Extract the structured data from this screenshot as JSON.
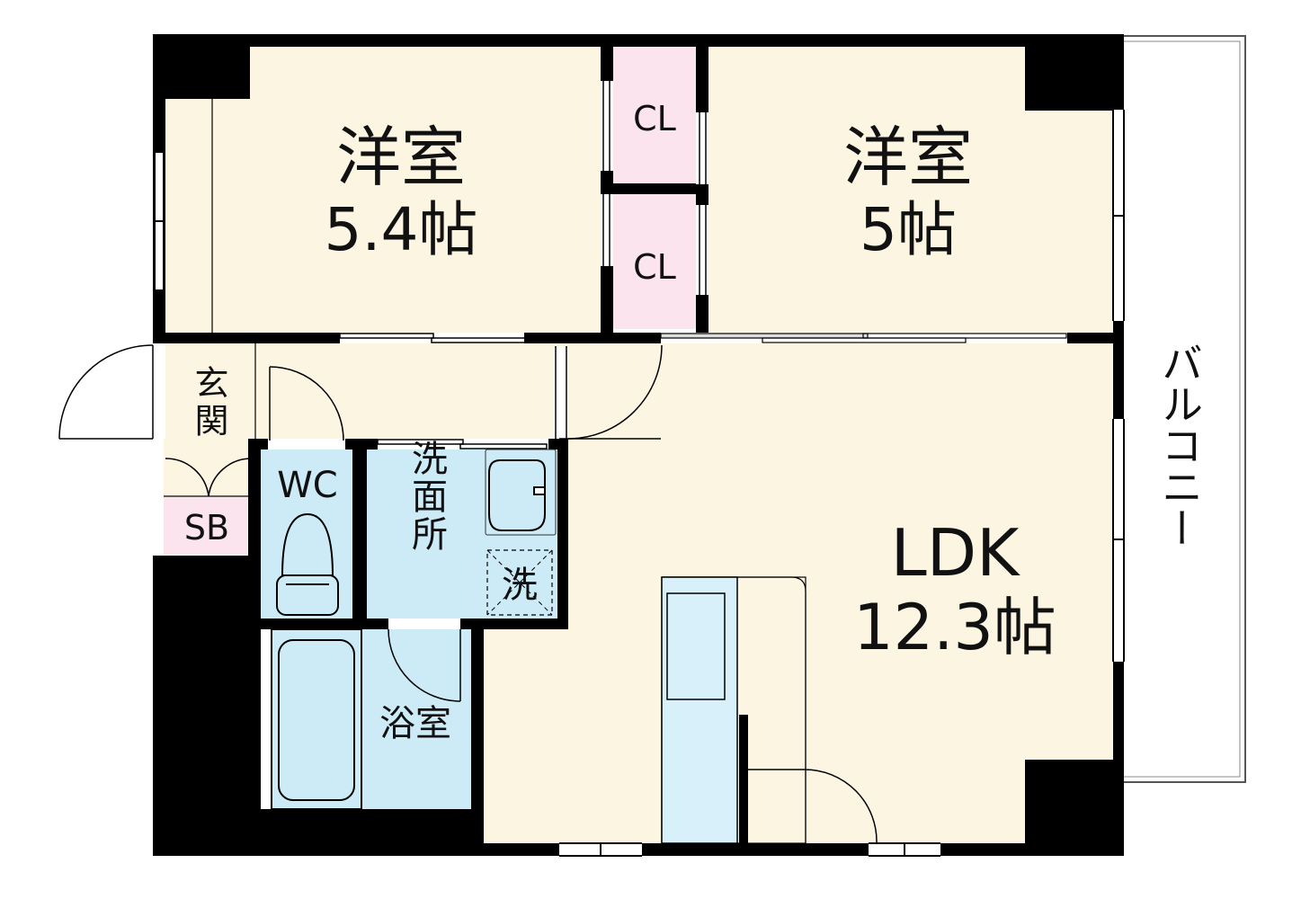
{
  "rooms": {
    "western_left": {
      "name": "洋室",
      "size": "5.4帖"
    },
    "western_right": {
      "name": "洋室",
      "size": "5帖"
    },
    "closet_top": "CL",
    "closet_bottom": "CL",
    "entrance": "玄関",
    "shoe_box": "SB",
    "toilet": "WC",
    "washroom": "洗面所",
    "washer": "洗",
    "bathroom": "浴室",
    "ldk": {
      "name": "LDK",
      "size": "12.3帖"
    },
    "balcony": "バルコニー"
  },
  "colors": {
    "floor": "#fbf5e2",
    "closet": "#fbe4ee",
    "wet_area": "#cdebf7",
    "wall": "#000000"
  }
}
